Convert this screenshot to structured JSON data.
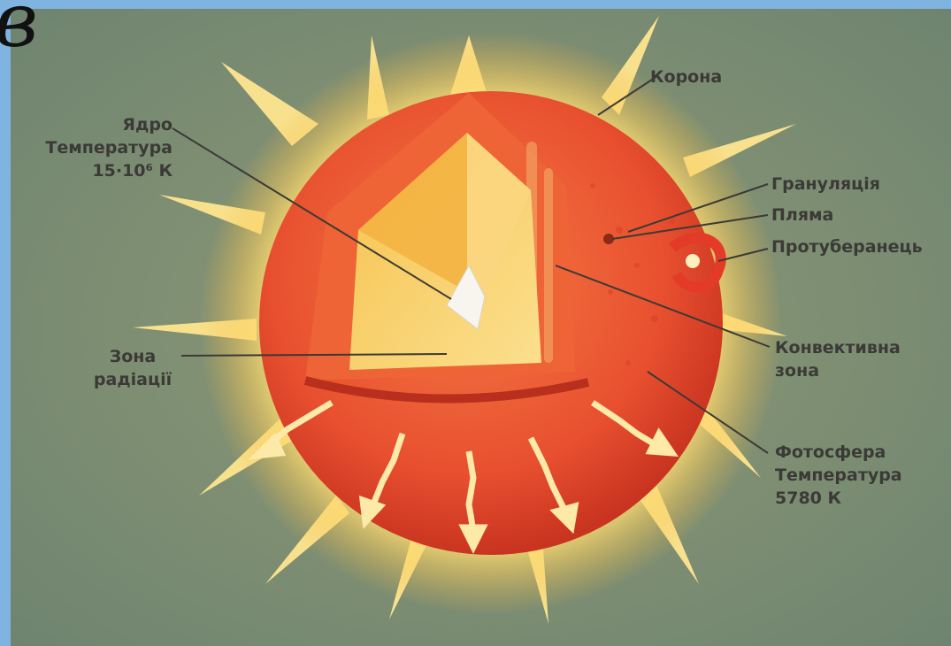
{
  "corner_glyph": "в",
  "labels": {
    "core": {
      "title": "Ядро",
      "line2": "Температура",
      "line3": "15·10⁶ К"
    },
    "corona": "Корона",
    "granulation": "Грануляція",
    "spot": "Пляма",
    "prominence": "Протуберанець",
    "radiation_zone": {
      "line1": "Зона",
      "line2": "радіації"
    },
    "convective_zone": {
      "line1": "Конвективна",
      "line2": "зона"
    },
    "photosphere": {
      "title": "Фотосфера",
      "line2": "Температура",
      "line3": "5780 К"
    }
  },
  "colors": {
    "frame": "#7fb4e0",
    "background": "#7d8e72",
    "corona_glow": "#ffe58a",
    "sphere_outer": "#e4472e",
    "convective": "#ef6a3a",
    "radiation": "#f7c659",
    "core": "#f4f2ea",
    "label_text": "#3b3a36"
  }
}
